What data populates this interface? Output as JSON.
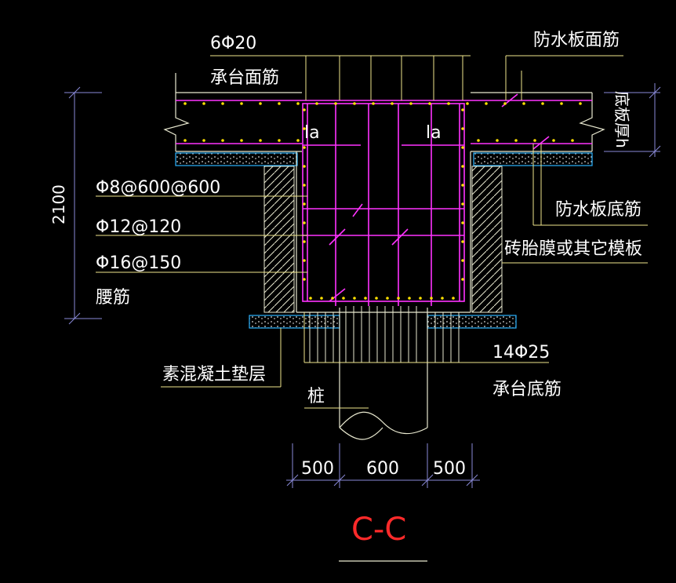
{
  "colors": {
    "background": "#000000",
    "rebar": "#ff33ff",
    "leader": "#f0e68c",
    "dimension": "#8a8ad8",
    "outline": "#e9e9d0",
    "insulation": "#2bb3ff",
    "title": "#ff2a2a",
    "text": "#ffffff",
    "bar_dot": "#ffe000"
  },
  "labels": {
    "top_bars_count": "6Φ20",
    "cap_top_bars": "承台面筋",
    "raft_top_bars": "防水板面筋",
    "raft_thickness": "底板厚h",
    "anchor_left": "la",
    "anchor_right": "la",
    "stirrup_1": "Φ8@600@600",
    "stirrup_2": "Φ12@120",
    "stirrup_3": "Φ16@150",
    "waist_bars": "腰筋",
    "raft_bottom_bars": "防水板底筋",
    "formwork": "砖胎膜或其它模板",
    "bottom_bars_count": "14Φ25",
    "cap_bottom_bars": "承台底筋",
    "cushion": "素混凝土垫层",
    "pile": "桩",
    "height_dim": "2100",
    "dim_left": "500",
    "dim_mid": "600",
    "dim_right": "500",
    "section_title": "C-C"
  }
}
